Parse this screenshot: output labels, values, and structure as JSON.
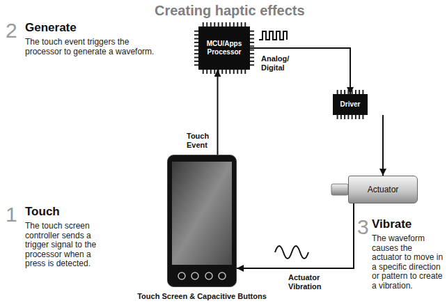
{
  "diagram": {
    "title": "Creating haptic effects",
    "nodes": [
      {
        "text": [
          "MCU/Apps Processor"
        ]
      },
      {
        "text": [
          "Driver"
        ]
      },
      {
        "text": [
          "Actuator"
        ]
      },
      {
        "text": [
          "Touch Screen & Capacitive Buttons"
        ]
      }
    ],
    "edges": [
      {
        "from": 3,
        "to": 0,
        "label": "Touch Event",
        "arrow": "to"
      },
      {
        "from": 0,
        "to": 1,
        "label": "Analog/ Digital",
        "arrow": "to"
      },
      {
        "from": 1,
        "to": 2,
        "arrow": "to"
      },
      {
        "from": 2,
        "to": 3,
        "label": "Actuator Vibration",
        "arrow": "to"
      }
    ],
    "labels": [
      "2",
      "Generate",
      "The touch event triggers the processor to generate a waveform.",
      "1",
      "Touch",
      "The touch screen controller sends a trigger signal to the processor when a press is detected.",
      "3",
      "Vibrate",
      "The waveform causes the actuator to move in a specific direction or pattern to create a vibration."
    ]
  }
}
